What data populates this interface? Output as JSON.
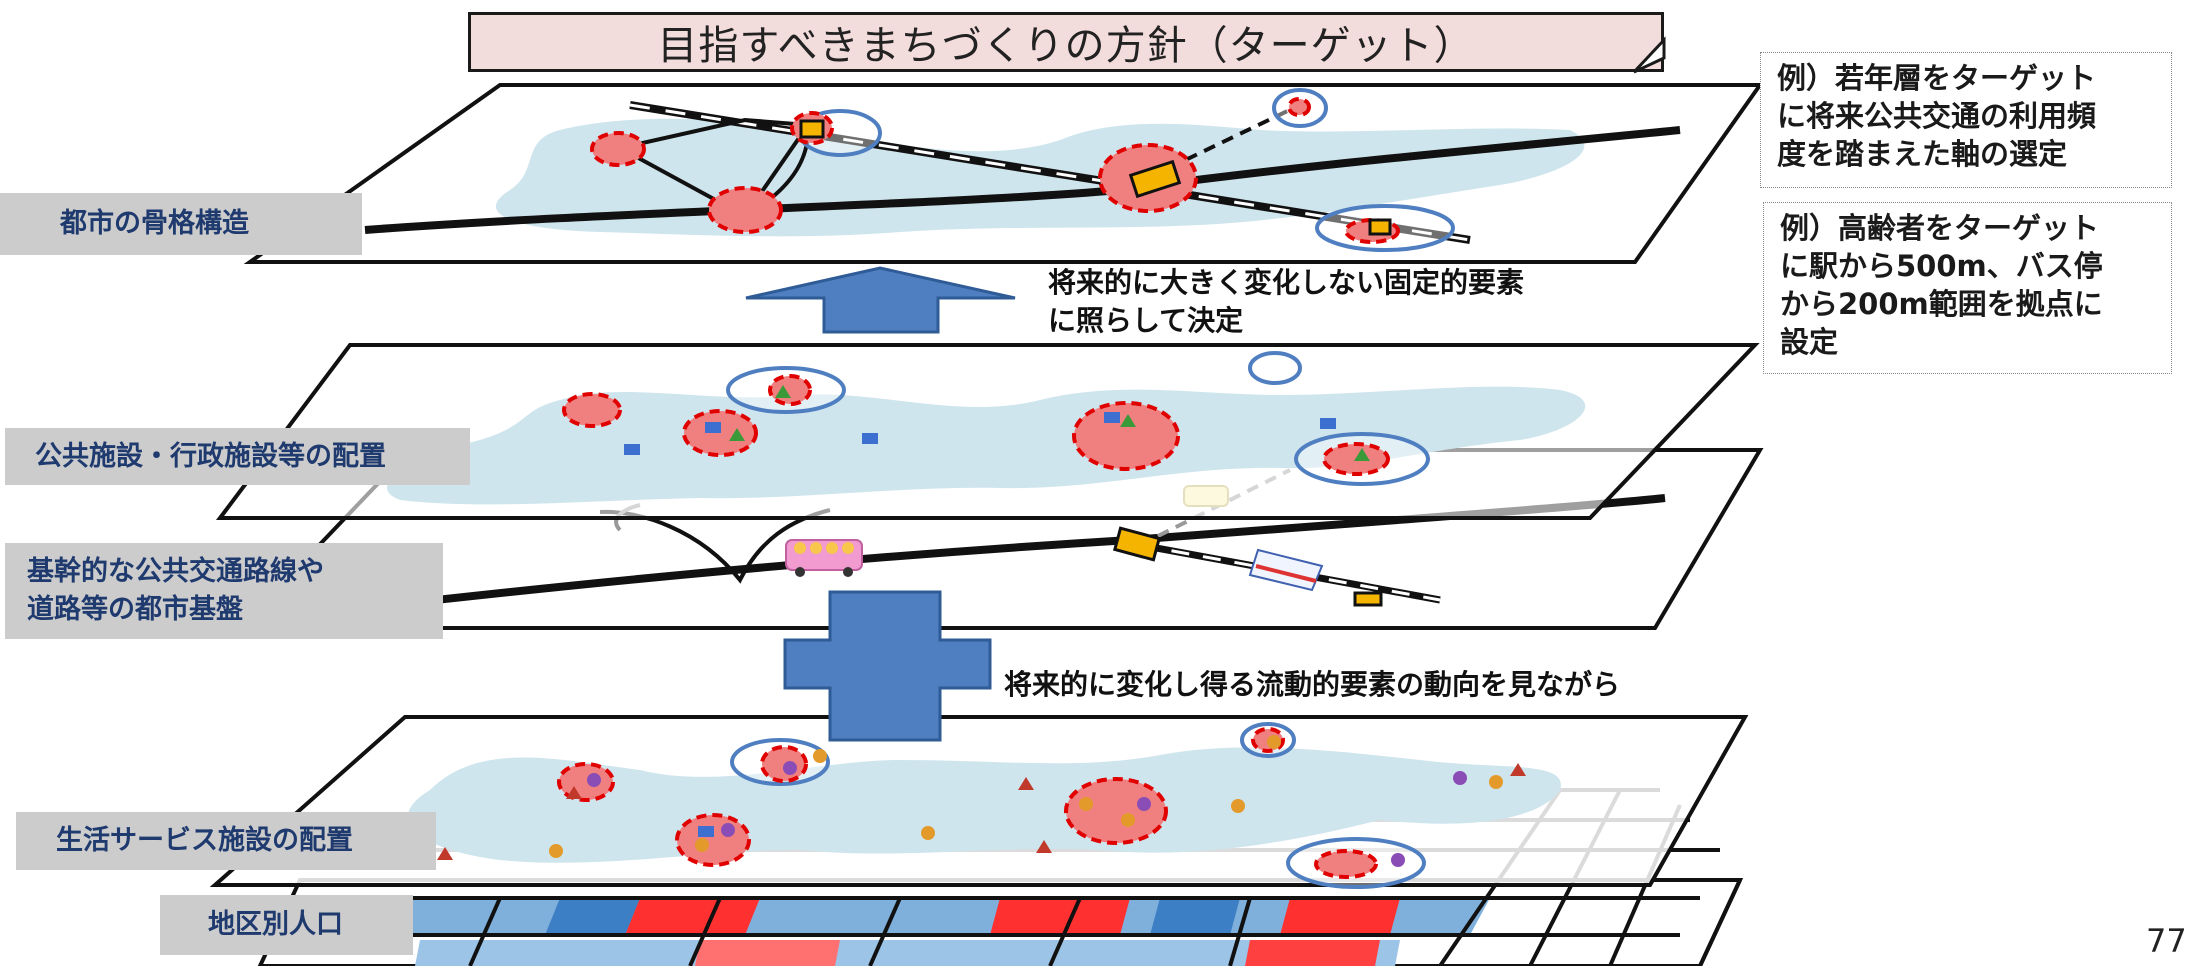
{
  "title": "目指すべきまちづくりの方針（ターゲット）",
  "layers": {
    "skeleton": "都市の骨格構造",
    "facilities": "公共施設・行政施設等の配置",
    "transport_line1": "基幹的な公共交通路線や",
    "transport_line2": "道路等の都市基盤",
    "life_services": "生活サービス施設の配置",
    "population": "地区別人口"
  },
  "arrows": {
    "up_line1": "将来的に大きく変化しない固定的要素",
    "up_line2": "に照らして決定",
    "plus_text": "将来的に変化し得る流動的要素の動向を見ながら"
  },
  "notes": {
    "note1": [
      "例）若年層をターゲット",
      "に将来公共交通の利用頻",
      "度を踏まえた軸の選定"
    ],
    "note2": [
      "例）高齢者をターゲット",
      "に駅から500m、バス停",
      "から200m範囲を拠点に",
      "設定"
    ]
  },
  "page_number": "77",
  "colors": {
    "area_fill": "#cfe5ee",
    "hub_fill": "#f08080",
    "hub_dash": "#e00000",
    "catchment_stroke": "#4f7fc0",
    "arrow_fill": "#4f7fc0",
    "label_bg": "#cccccc",
    "label_text": "#1f3a6e",
    "station": "#f5b400"
  }
}
